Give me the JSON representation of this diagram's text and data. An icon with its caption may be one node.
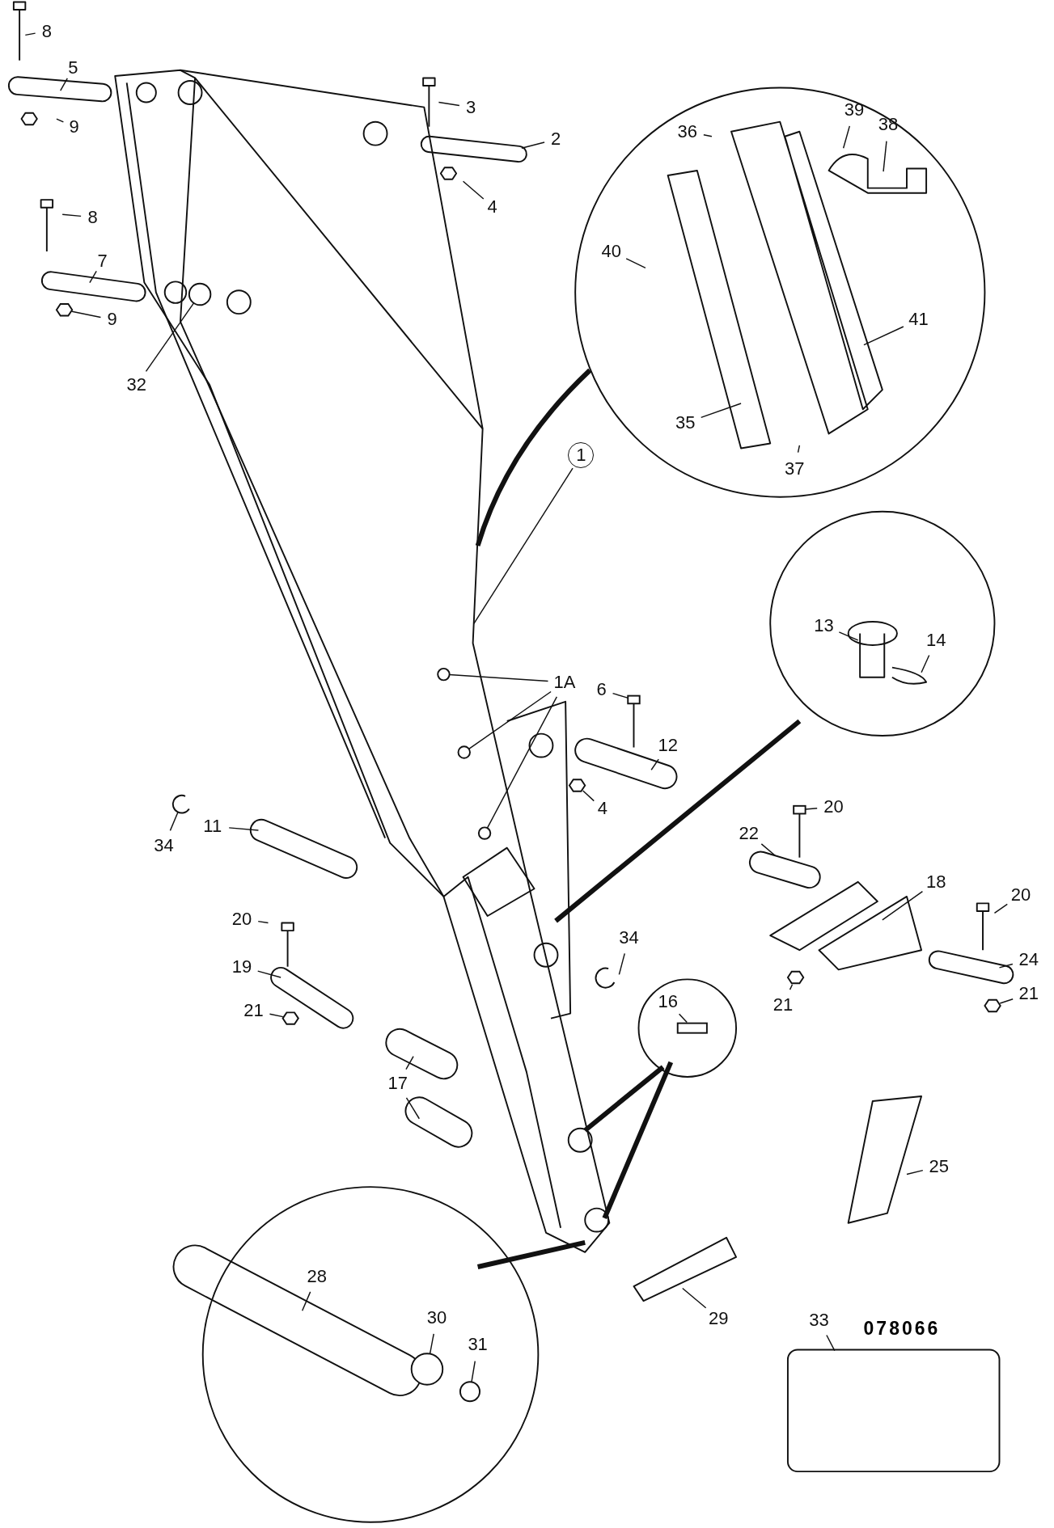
{
  "diagram": {
    "nodes": [
      {
        "text": [
          "8"
        ]
      },
      {
        "text": [
          "5"
        ]
      },
      {
        "text": [
          "3"
        ]
      },
      {
        "text": [
          "9"
        ]
      },
      {
        "text": [
          "2"
        ]
      },
      {
        "text": [
          "36"
        ]
      },
      {
        "text": [
          "39"
        ]
      },
      {
        "text": [
          "38"
        ]
      },
      {
        "text": [
          "4"
        ]
      },
      {
        "text": [
          "8"
        ]
      },
      {
        "text": [
          "7"
        ]
      },
      {
        "text": [
          "40"
        ]
      },
      {
        "text": [
          "9"
        ]
      },
      {
        "text": [
          "41"
        ]
      },
      {
        "text": [
          "32"
        ]
      },
      {
        "text": [
          "35"
        ]
      },
      {
        "text": [
          "1"
        ]
      },
      {
        "text": [
          "37"
        ]
      },
      {
        "text": [
          "13"
        ]
      },
      {
        "text": [
          "14"
        ]
      },
      {
        "text": [
          "1A"
        ]
      },
      {
        "text": [
          "6"
        ]
      },
      {
        "text": [
          "12"
        ]
      },
      {
        "text": [
          "4"
        ]
      },
      {
        "text": [
          "20"
        ]
      },
      {
        "text": [
          "11"
        ]
      },
      {
        "text": [
          "22"
        ]
      },
      {
        "text": [
          "34"
        ]
      },
      {
        "text": [
          "18"
        ]
      },
      {
        "text": [
          "20"
        ]
      },
      {
        "text": [
          "20"
        ]
      },
      {
        "text": [
          "34"
        ]
      },
      {
        "text": [
          "24"
        ]
      },
      {
        "text": [
          "19"
        ]
      },
      {
        "text": [
          "21"
        ]
      },
      {
        "text": [
          "21"
        ]
      },
      {
        "text": [
          "16"
        ]
      },
      {
        "text": [
          "17"
        ]
      },
      {
        "text": [
          "21"
        ]
      },
      {
        "text": [
          "25"
        ]
      },
      {
        "text": [
          "28"
        ]
      },
      {
        "text": [
          "29"
        ]
      },
      {
        "text": [
          "33"
        ]
      },
      {
        "text": [
          "30"
        ]
      },
      {
        "text": [
          "31"
        ]
      },
      {
        "text": [],
        "shape": "circle"
      },
      {
        "text": [],
        "shape": "circle"
      },
      {
        "text": [],
        "shape": "circle"
      },
      {
        "text": [],
        "shape": "circle"
      },
      {
        "text": [],
        "shape": "hexagon"
      },
      {
        "text": [],
        "shape": "picture"
      },
      {
        "text": [],
        "shape": "hexagon"
      },
      {
        "text": [],
        "shape": "hexagon"
      },
      {
        "text": [],
        "shape": "box"
      },
      {
        "text": [],
        "shape": "circle"
      },
      {
        "text": [],
        "shape": "circle"
      },
      {
        "text": [],
        "shape": "hexagon"
      },
      {
        "text": [],
        "shape": "picture"
      },
      {
        "text": [],
        "shape": "clip"
      },
      {
        "text": [],
        "shape": "hexagon"
      }
    ],
    "edges": [
      {
        "from": 0,
        "to": null,
        "arrow": "none"
      },
      {
        "from": 1,
        "to": null,
        "arrow": "none"
      },
      {
        "from": 2,
        "to": null,
        "arrow": "none"
      },
      {
        "from": 3,
        "to": null,
        "arrow": "none"
      },
      {
        "from": 4,
        "to": null,
        "arrow": "none"
      },
      {
        "from": 5,
        "to": null,
        "arrow": "none"
      },
      {
        "from": 6,
        "to": null,
        "arrow": "none"
      },
      {
        "from": 7,
        "to": null,
        "arrow": "none"
      },
      {
        "from": 8,
        "to": null,
        "arrow": "none"
      },
      {
        "from": 9,
        "to": null,
        "arrow": "none"
      },
      {
        "from": 10,
        "to": null,
        "arrow": "none"
      },
      {
        "from": 11,
        "to": null,
        "arrow": "none"
      },
      {
        "from": 12,
        "to": 56,
        "arrow": "none"
      },
      {
        "from": 13,
        "to": null,
        "arrow": "none"
      },
      {
        "from": 14,
        "to": 45,
        "arrow": "none"
      },
      {
        "from": 15,
        "to": null,
        "arrow": "none"
      },
      {
        "from": 16,
        "to": null,
        "arrow": "none"
      },
      {
        "from": 17,
        "to": null,
        "arrow": "none"
      },
      {
        "from": 18,
        "to": null,
        "arrow": "none"
      },
      {
        "from": 19,
        "to": null,
        "arrow": "none"
      },
      {
        "from": 20,
        "to": 46,
        "arrow": "none"
      },
      {
        "from": 20,
        "to": 47,
        "arrow": "none"
      },
      {
        "from": 20,
        "to": 48,
        "arrow": "none"
      },
      {
        "from": 21,
        "to": 57,
        "arrow": "none"
      },
      {
        "from": 22,
        "to": null,
        "arrow": "none"
      },
      {
        "from": 23,
        "to": 49,
        "arrow": "none"
      },
      {
        "from": 24,
        "to": 50,
        "arrow": "none"
      },
      {
        "from": 25,
        "to": null,
        "arrow": "none"
      },
      {
        "from": 26,
        "to": null,
        "arrow": "none"
      },
      {
        "from": 27,
        "to": 58,
        "arrow": "none"
      },
      {
        "from": 28,
        "to": null,
        "arrow": "none"
      },
      {
        "from": 29,
        "to": null,
        "arrow": "none"
      },
      {
        "from": 30,
        "to": null,
        "arrow": "none"
      },
      {
        "from": 31,
        "to": null,
        "arrow": "none"
      },
      {
        "from": 32,
        "to": null,
        "arrow": "none"
      },
      {
        "from": 33,
        "to": null,
        "arrow": "none"
      },
      {
        "from": 34,
        "to": 51,
        "arrow": "none"
      },
      {
        "from": 35,
        "to": 52,
        "arrow": "none"
      },
      {
        "from": 36,
        "to": 53,
        "arrow": "none"
      },
      {
        "from": 37,
        "to": null,
        "arrow": "none"
      },
      {
        "from": 37,
        "to": null,
        "arrow": "none"
      },
      {
        "from": 38,
        "to": 59,
        "arrow": "none"
      },
      {
        "from": 39,
        "to": null,
        "arrow": "none"
      },
      {
        "from": 40,
        "to": null,
        "arrow": "none"
      },
      {
        "from": 41,
        "to": null,
        "arrow": "none"
      },
      {
        "from": 42,
        "to": null,
        "arrow": "none"
      },
      {
        "from": 43,
        "to": 54,
        "arrow": "none"
      },
      {
        "from": 44,
        "to": 55,
        "arrow": "none"
      }
    ],
    "labels": [
      "078066"
    ]
  }
}
